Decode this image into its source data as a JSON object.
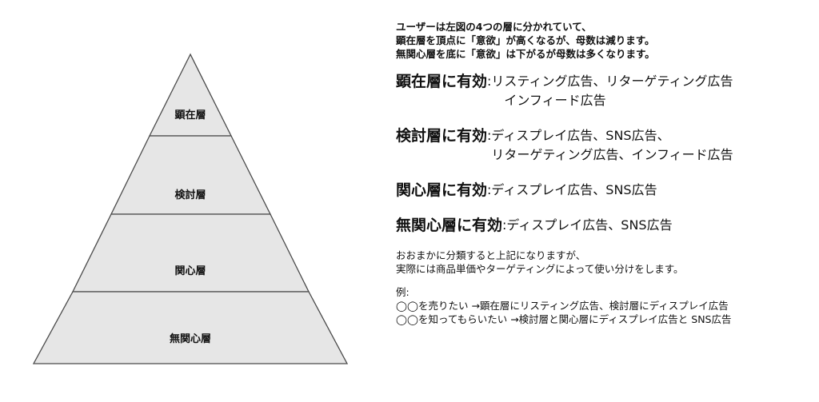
{
  "pyramid": {
    "layers": [
      "顕在層",
      "検討層",
      "関心層",
      "無関心層"
    ]
  },
  "intro": {
    "line1": "ユーザーは左図の4つの層に分かれていて、",
    "line2": "顕在層を頂点に「意欲」が高くなるが、母数は減ります。",
    "line3": "無関心層を底に「意欲」は下がるが母数は多くなります。"
  },
  "effective": [
    {
      "layer": "顕在層に有効",
      "separator": ":",
      "ads": "リスティング広告、リターゲティング広告\n　インフィード広告"
    },
    {
      "layer": "検討層に有効",
      "separator": ":",
      "ads": "ディスプレイ広告、SNS広告、\nリターゲティング広告、インフィード広告"
    },
    {
      "layer": "関心層に有効",
      "separator": ":",
      "ads": "ディスプレイ広告、SNS広告"
    },
    {
      "layer": "無関心層に有効",
      "separator": ":",
      "ads": "ディスプレイ広告、SNS広告"
    }
  ],
  "summary": {
    "line1": "おおまかに分類すると上記になりますが、",
    "line2": "実際には商品単価やターゲティングによって使い分けをします。"
  },
  "examples": {
    "heading": "例:",
    "line1": "◯◯を売りたい →顕在層にリスティング広告、検討層にディスプレイ広告",
    "line2": "◯◯を知ってもらいたい →検討層と関心層にディスプレイ広告と SNS広告"
  }
}
